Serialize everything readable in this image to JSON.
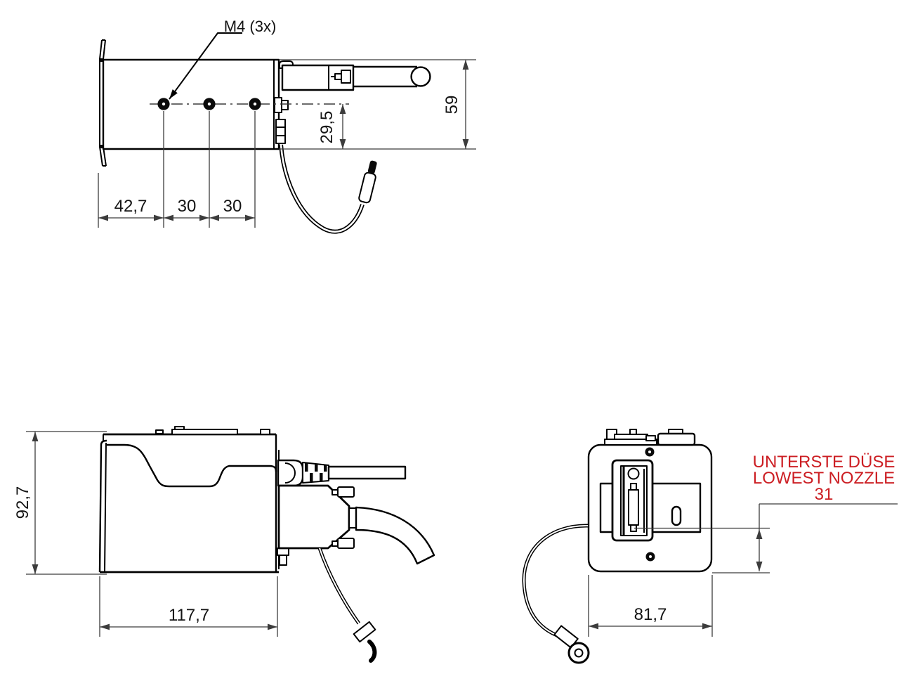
{
  "drawing": {
    "colors": {
      "object_line": "#000000",
      "dimension_line": "#3c3c3c",
      "annotation_red": "#cc1e23",
      "background": "#ffffff"
    },
    "top_view": {
      "thread_label": "M4 (3x)",
      "dim_left_offset": "42,7",
      "dim_hole_pitch_1": "30",
      "dim_hole_pitch_2": "30",
      "dim_nozzle_height": "29,5",
      "dim_total_height": "59"
    },
    "side_view": {
      "dim_height": "92,7",
      "dim_depth": "117,7"
    },
    "front_view": {
      "note_line_de": "UNTERSTE DÜSE",
      "note_line_en": "LOWEST NOZZLE",
      "note_value": "31",
      "dim_width": "81,7"
    }
  }
}
